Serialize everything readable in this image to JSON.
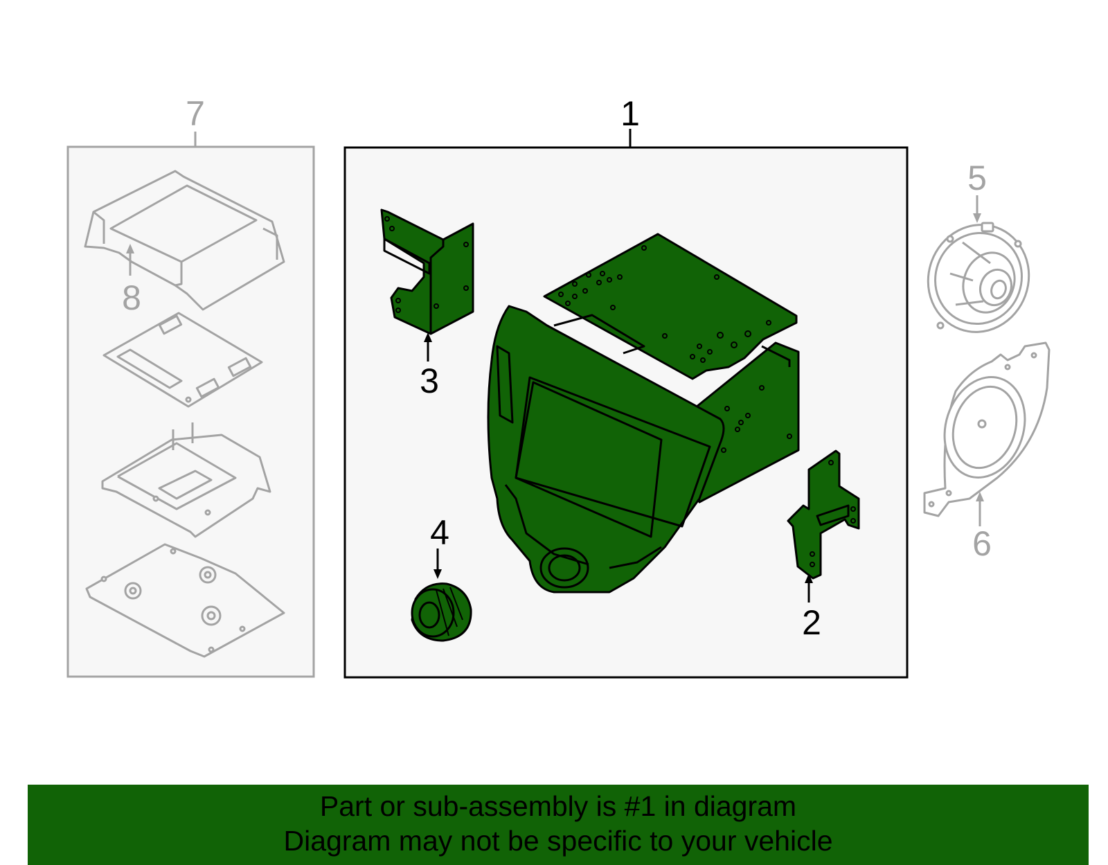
{
  "colors": {
    "part_fill": "#116306",
    "box_fill": "#f7f7f7",
    "gray_stroke": "#a3a3a3",
    "banner_bg": "#116306"
  },
  "callouts": {
    "c1": "1",
    "c2": "2",
    "c3": "3",
    "c4": "4",
    "c5": "5",
    "c6": "6",
    "c7": "7",
    "c8": "8"
  },
  "banner": {
    "line1": "Part or sub-assembly is #1 in diagram",
    "line2": "Diagram may not be specific to your vehicle"
  }
}
